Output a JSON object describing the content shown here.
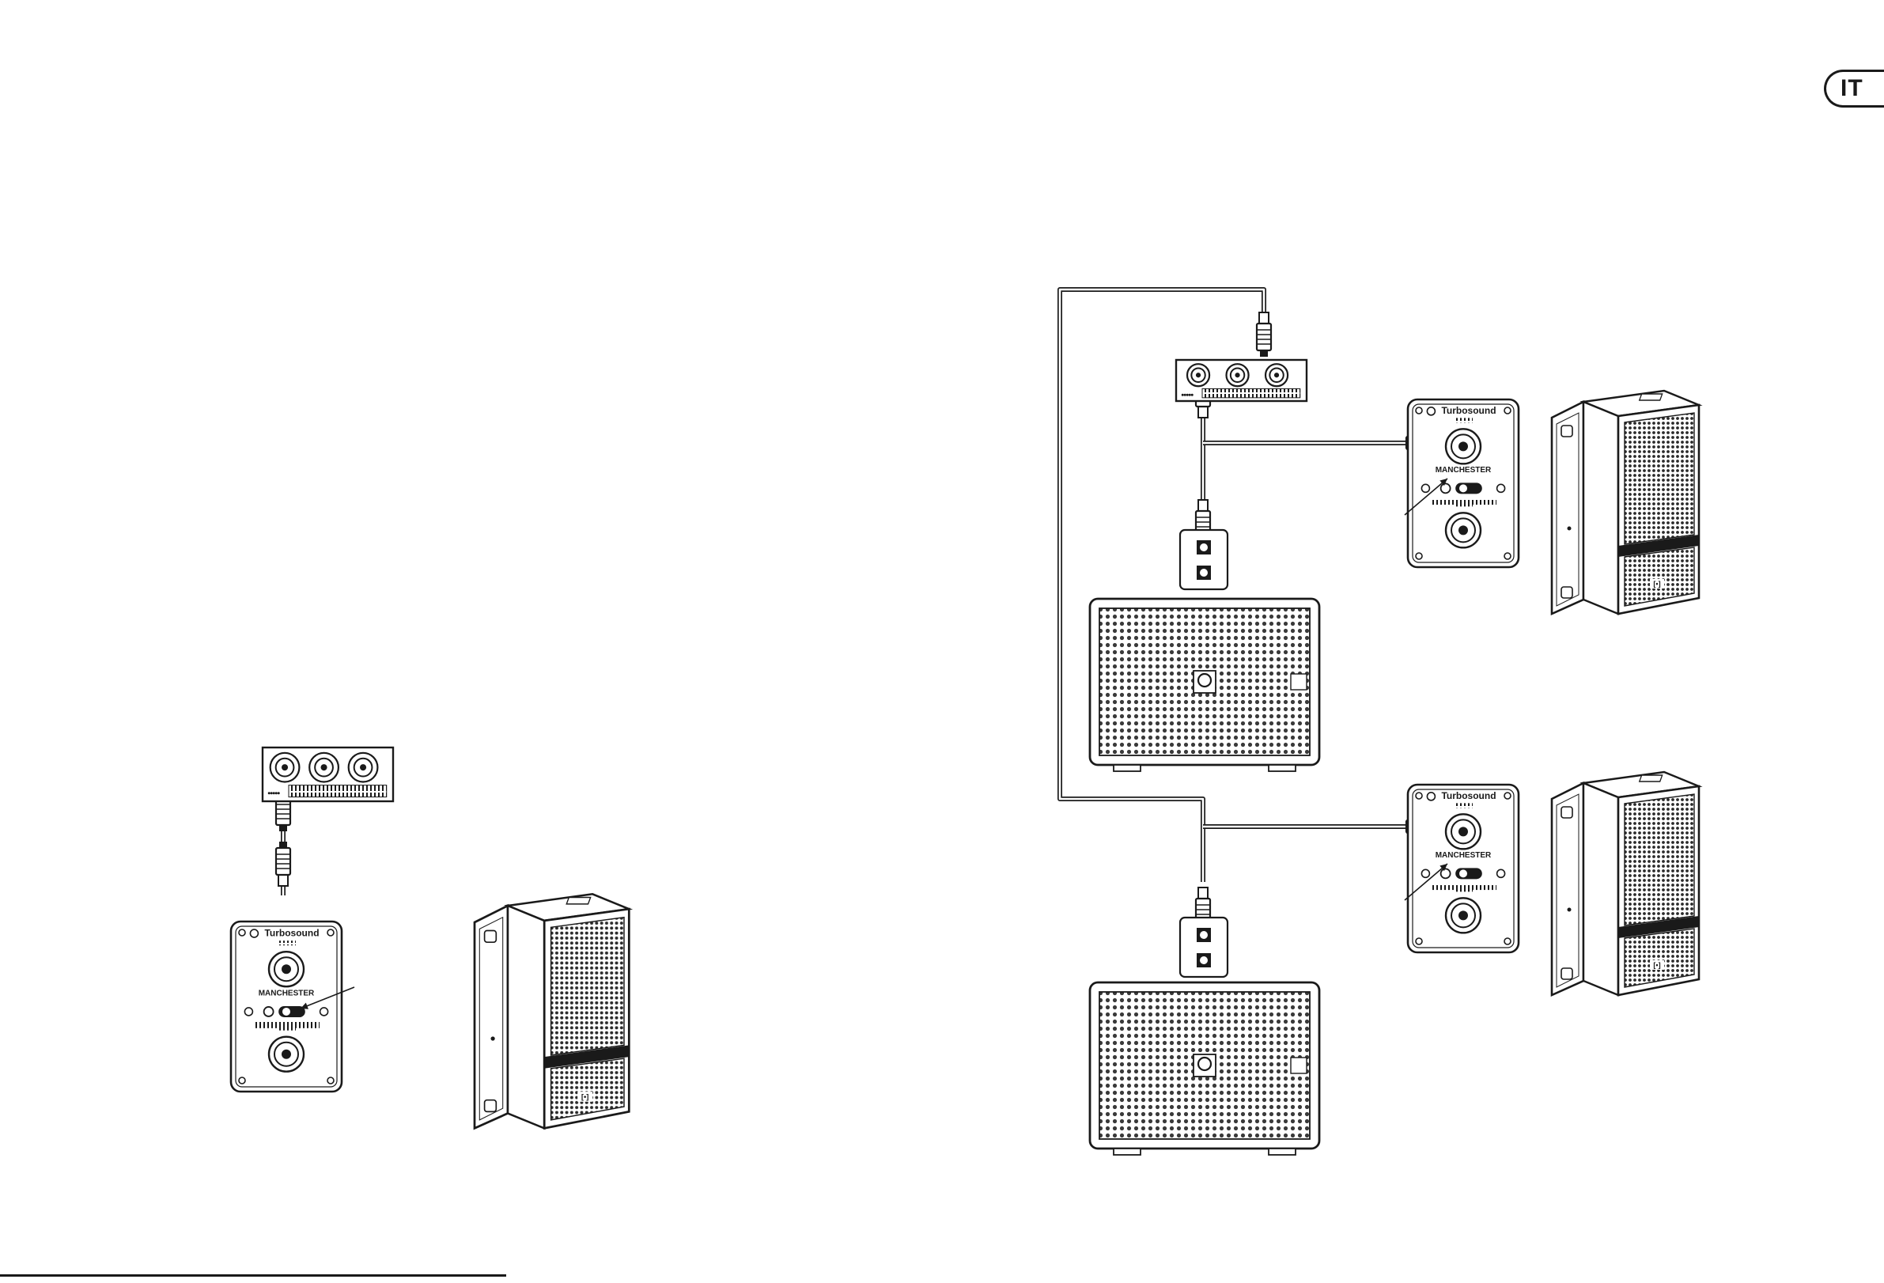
{
  "page": {
    "language_tab": "IT",
    "footer_text": ""
  },
  "colors": {
    "ink": "#1a1a1a",
    "grille": "#3a3a3a",
    "paper": "#ffffff"
  },
  "diagram": {
    "panel_brand": "Turbosound",
    "panel_model": "MANCHESTER",
    "speaker_badge": "[•]",
    "panels": [
      {
        "id": "single-panel"
      },
      {
        "id": "top-panel"
      },
      {
        "id": "bottom-panel"
      }
    ],
    "speakers": [
      {
        "id": "single-speaker"
      },
      {
        "id": "top-speaker"
      },
      {
        "id": "bottom-speaker"
      }
    ],
    "subwoofers": [
      {
        "id": "top-subwoofer"
      },
      {
        "id": "bottom-subwoofer"
      }
    ],
    "mixers": [
      {
        "id": "single-mixer"
      },
      {
        "id": "top-mixer"
      }
    ],
    "icons": [
      "xlr-connector-icon",
      "speakon-socket-icon",
      "turbosound-logo-icon",
      "grille-icon",
      "pointer-arrow-icon"
    ]
  }
}
